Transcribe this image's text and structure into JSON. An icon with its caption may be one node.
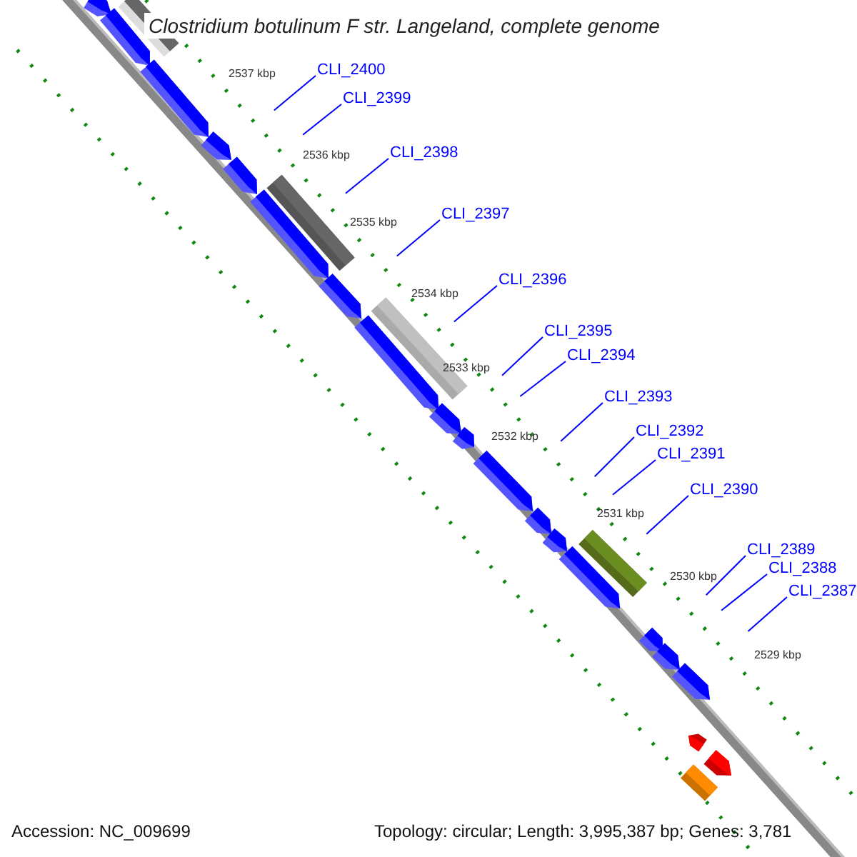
{
  "diagram": {
    "title": "Clostridium botulinum F str. Langeland, complete genome",
    "nodes": [
      {
        "text": [
          "CLI_2400"
        ]
      },
      {
        "text": [
          "CLI_2399"
        ]
      },
      {
        "text": [
          "CLI_2398"
        ]
      },
      {
        "text": [
          "CLI_2397"
        ]
      },
      {
        "text": [
          "CLI_2396"
        ]
      },
      {
        "text": [
          "CLI_2395"
        ]
      },
      {
        "text": [
          "CLI_2394"
        ]
      },
      {
        "text": [
          "CLI_2393"
        ]
      },
      {
        "text": [
          "CLI_2392"
        ]
      },
      {
        "text": [
          "CLI_2391"
        ]
      },
      {
        "text": [
          "CLI_2390"
        ]
      },
      {
        "text": [
          "CLI_2389"
        ]
      },
      {
        "text": [
          "CLI_2388"
        ]
      },
      {
        "text": [
          "CLI_2387"
        ]
      }
    ],
    "edges": [
      {
        "from": 0,
        "to": null,
        "arrow": "none"
      },
      {
        "from": 1,
        "to": null,
        "arrow": "none"
      },
      {
        "from": 2,
        "to": null,
        "arrow": "none"
      },
      {
        "from": 3,
        "to": null,
        "arrow": "none"
      },
      {
        "from": 4,
        "to": null,
        "arrow": "none"
      },
      {
        "from": 5,
        "to": null,
        "arrow": "none"
      },
      {
        "from": 6,
        "to": null,
        "arrow": "none"
      },
      {
        "from": 7,
        "to": null,
        "arrow": "none"
      },
      {
        "from": 8,
        "to": null,
        "arrow": "none"
      },
      {
        "from": 9,
        "to": null,
        "arrow": "none"
      },
      {
        "from": 10,
        "to": null,
        "arrow": "none"
      },
      {
        "from": 11,
        "to": null,
        "arrow": "none"
      },
      {
        "from": 12,
        "to": null,
        "arrow": "none"
      },
      {
        "from": 13,
        "to": null,
        "arrow": "none"
      }
    ],
    "labels": [
      "2537 kbp",
      "2536 kbp",
      "2535 kbp",
      "2534 kbp",
      "2533 kbp",
      "2532 kbp",
      "2531 kbp",
      "2530 kbp",
      "2529 kbp",
      "Accession: NC_009699",
      "Topology: circular; Length: 3,995,387 bp; Genes: 3,781"
    ]
  }
}
